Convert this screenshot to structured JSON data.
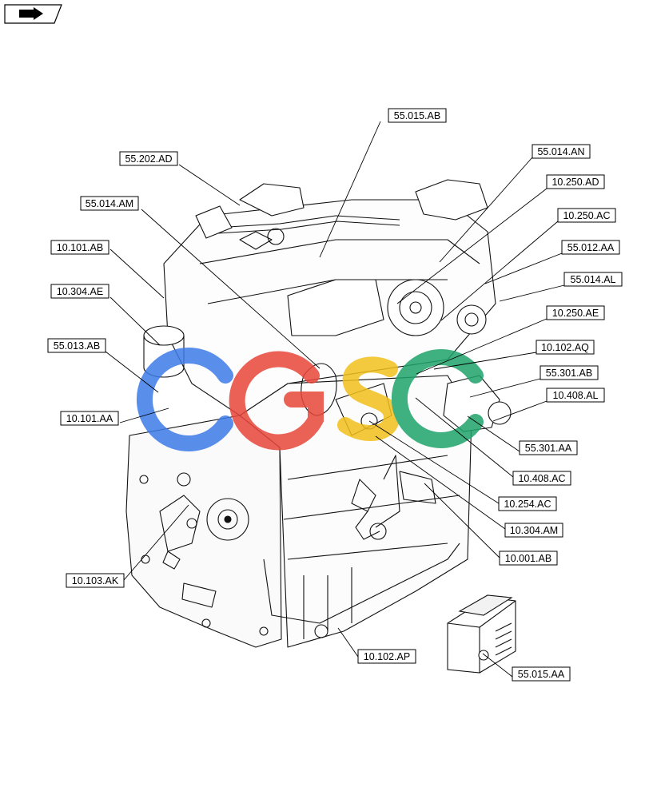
{
  "watermark": {
    "letters": [
      "C",
      "G",
      "S",
      "C"
    ],
    "colors": [
      "#3d7be8",
      "#e8463a",
      "#f2c01c",
      "#1fa36a"
    ]
  },
  "labels": [
    {
      "id": "55.015.AB",
      "text": "55.015.AB"
    },
    {
      "id": "55.014.AN",
      "text": "55.014.AN"
    },
    {
      "id": "55.202.AD",
      "text": "55.202.AD"
    },
    {
      "id": "10.250.AD",
      "text": "10.250.AD"
    },
    {
      "id": "55.014.AM",
      "text": "55.014.AM"
    },
    {
      "id": "10.250.AC",
      "text": "10.250.AC"
    },
    {
      "id": "10.101.AB",
      "text": "10.101.AB"
    },
    {
      "id": "55.012.AA",
      "text": "55.012.AA"
    },
    {
      "id": "55.014.AL",
      "text": "55.014.AL"
    },
    {
      "id": "10.304.AE",
      "text": "10.304.AE"
    },
    {
      "id": "10.250.AE",
      "text": "10.250.AE"
    },
    {
      "id": "55.013.AB",
      "text": "55.013.AB"
    },
    {
      "id": "10.102.AQ",
      "text": "10.102.AQ"
    },
    {
      "id": "55.301.AB",
      "text": "55.301.AB"
    },
    {
      "id": "10.408.AL",
      "text": "10.408.AL"
    },
    {
      "id": "10.101.AA",
      "text": "10.101.AA"
    },
    {
      "id": "55.301.AA",
      "text": "55.301.AA"
    },
    {
      "id": "10.408.AC",
      "text": "10.408.AC"
    },
    {
      "id": "10.254.AC",
      "text": "10.254.AC"
    },
    {
      "id": "10.304.AM",
      "text": "10.304.AM"
    },
    {
      "id": "10.001.AB",
      "text": "10.001.AB"
    },
    {
      "id": "10.103.AK",
      "text": "10.103.AK"
    },
    {
      "id": "10.102.AP",
      "text": "10.102.AP"
    },
    {
      "id": "55.015.AA",
      "text": "55.015.AA"
    }
  ]
}
